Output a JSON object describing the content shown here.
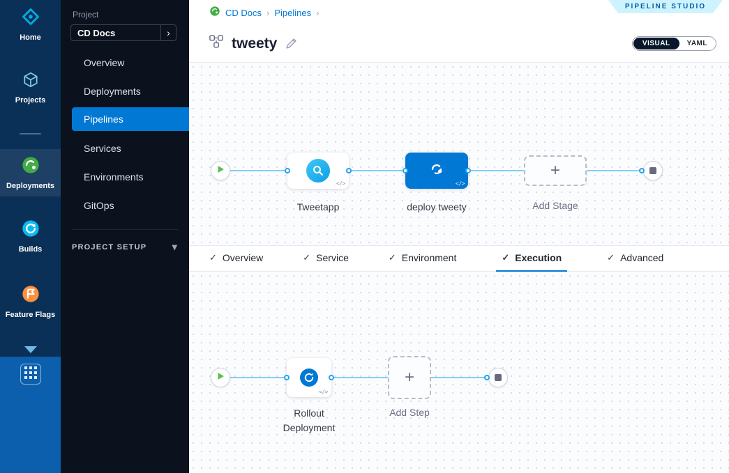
{
  "colors": {
    "accent": "#0278d5",
    "rail_bg": "#0b3057",
    "panel_bg": "#0b121d",
    "canvas_line": "#84cdf3",
    "green": "#42ab45",
    "badge_bg": "#cdf4fe"
  },
  "left_rail": {
    "items": [
      {
        "label": "Home"
      },
      {
        "label": "Projects"
      },
      {
        "label": "Deployments"
      },
      {
        "label": "Builds"
      },
      {
        "label": "Feature Flags"
      }
    ]
  },
  "project_panel": {
    "section_label": "Project",
    "project_name": "CD Docs",
    "menu": [
      {
        "label": "Overview"
      },
      {
        "label": "Deployments"
      },
      {
        "label": "Pipelines"
      },
      {
        "label": "Services"
      },
      {
        "label": "Environments"
      },
      {
        "label": "GitOps"
      }
    ],
    "setup_label": "PROJECT SETUP"
  },
  "header": {
    "breadcrumb": [
      {
        "label": "CD Docs"
      },
      {
        "label": "Pipelines"
      }
    ],
    "studio_badge": "PIPELINE STUDIO",
    "pipeline_name": "tweety",
    "view_toggle": {
      "visual": "VISUAL",
      "yaml": "YAML",
      "selected": "VISUAL"
    }
  },
  "stage_canvas": {
    "stage_tweetapp_label": "Tweetapp",
    "stage_deploy_label": "deploy tweety",
    "add_stage_label": "Add Stage"
  },
  "tabs": [
    {
      "label": "Overview",
      "complete": true
    },
    {
      "label": "Service",
      "complete": true
    },
    {
      "label": "Environment",
      "complete": true
    },
    {
      "label": "Execution",
      "complete": true,
      "active": true
    },
    {
      "label": "Advanced",
      "complete": true
    }
  ],
  "execution_canvas": {
    "step_rollout_label": "Rollout Deployment",
    "add_step_label": "Add Step"
  },
  "glyphs": {
    "chevron_right": "›",
    "chevron_down": "▾",
    "plus": "+",
    "check": "✓",
    "code": "</>"
  }
}
